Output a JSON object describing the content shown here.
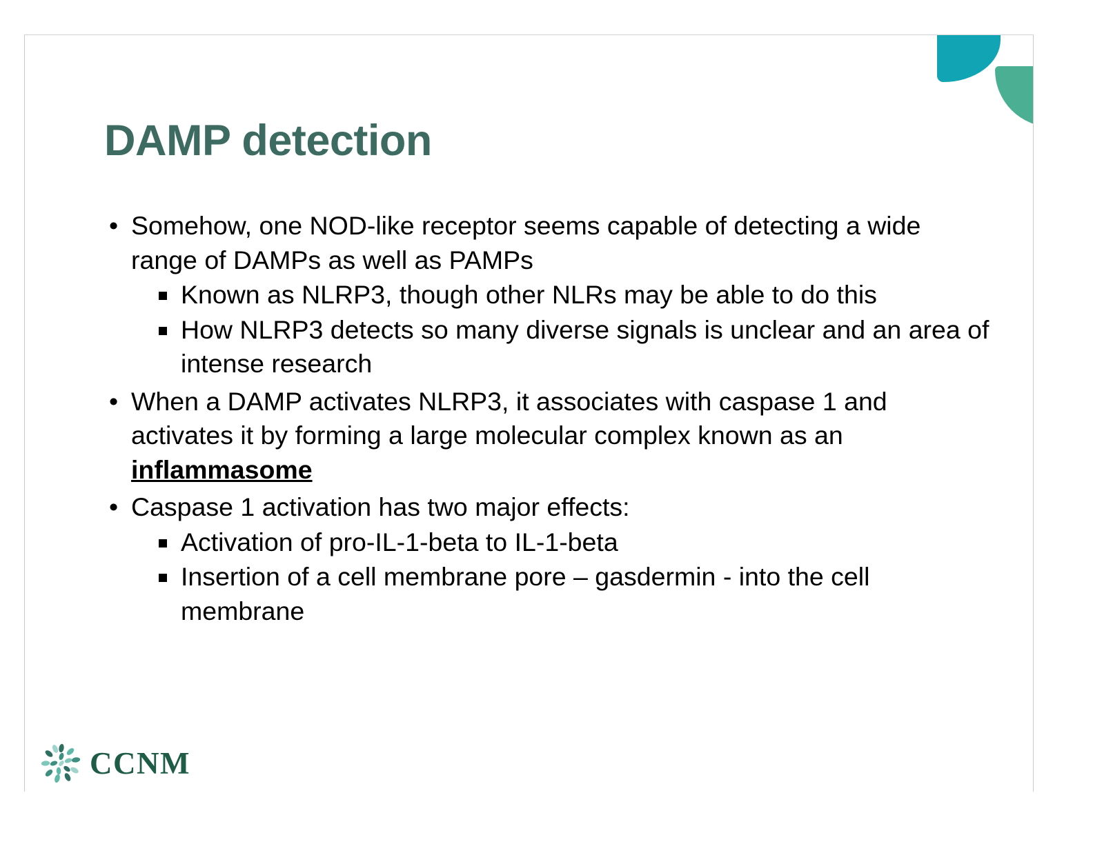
{
  "slide": {
    "title": "DAMP detection",
    "title_color": "#3D6B62",
    "background_color": "#FFFFFF",
    "body_text_color": "#000000"
  },
  "decor": {
    "petal_cyan_color": "#11A4B4",
    "petal_green_color": "#4BAF93",
    "petal_cyan_name": "leaf-shape-cyan",
    "petal_green_name": "leaf-shape-green"
  },
  "content": {
    "bullets": [
      {
        "level": 1,
        "marker": "•",
        "text": "Somehow, one NOD-like receptor seems capable of detecting a wide range of DAMPs as well as PAMPs"
      },
      {
        "level": 2,
        "marker": "▪",
        "text": "Known as NLRP3, though other NLRs may be able to do this"
      },
      {
        "level": 2,
        "marker": "▪",
        "text": "How NLRP3 detects so many diverse signals is unclear and an area of intense research"
      },
      {
        "level": 1,
        "marker": "•",
        "text_prefix": "When a DAMP activates NLRP3, it associates with caspase 1 and activates it by forming a large molecular complex known as an ",
        "text_emphasis": "inflammasome",
        "emphasis_style": "bold-underline"
      },
      {
        "level": 1,
        "marker": "•",
        "text": "Caspase 1 activation has two major effects:"
      },
      {
        "level": 2,
        "marker": "▪",
        "text": "Activation of pro-IL-1-beta to IL-1-beta"
      },
      {
        "level": 2,
        "marker": "▪",
        "text": "Insertion of a cell membrane pore – gasdermin - into the cell membrane"
      }
    ]
  },
  "logo": {
    "text": "CCNM",
    "text_color": "#1F5C45",
    "mark_colors": [
      "#2E6F62",
      "#5FB9A8",
      "#9ED4CC",
      "#3E8F80",
      "#7FC7BB"
    ]
  }
}
